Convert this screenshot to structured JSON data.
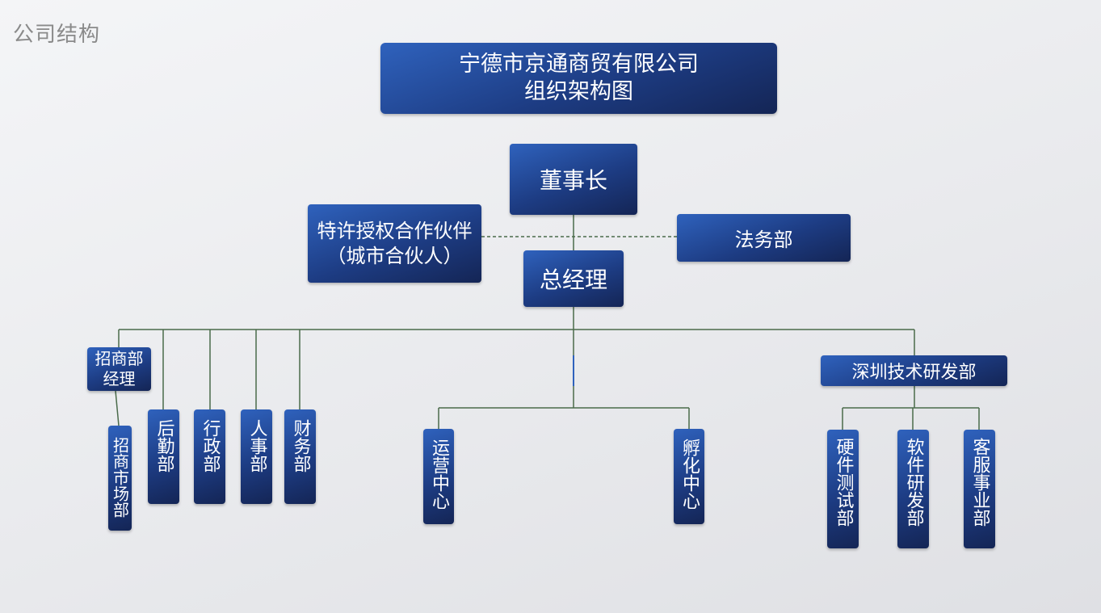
{
  "page_label": "公司结构",
  "title": {
    "line1": "宁德市京通商贸有限公司",
    "line2": "组织架构图"
  },
  "nodes": {
    "chairman": "董事长",
    "partner_line1": "特许授权合作伙伴",
    "partner_line2": "（城市合伙人）",
    "legal": "法务部",
    "gm": "总经理",
    "merchant_manager_line1": "招商部",
    "merchant_manager_line2": "经理",
    "merchant_market": "招商市场部",
    "logistics": "后勤部",
    "admin": "行政部",
    "hr": "人事部",
    "finance": "财务部",
    "operations": "运营中心",
    "incubation": "孵化中心",
    "shenzhen_rd": "深圳技术研发部",
    "hw_test": "硬件测试部",
    "sw_dev": "软件研发部",
    "customer_service": "客服事业部"
  },
  "colors": {
    "box_top": "#2f62bd",
    "box_bottom": "#142555",
    "connector": "#4a6b4a",
    "page_label": "#8a8a8a"
  }
}
